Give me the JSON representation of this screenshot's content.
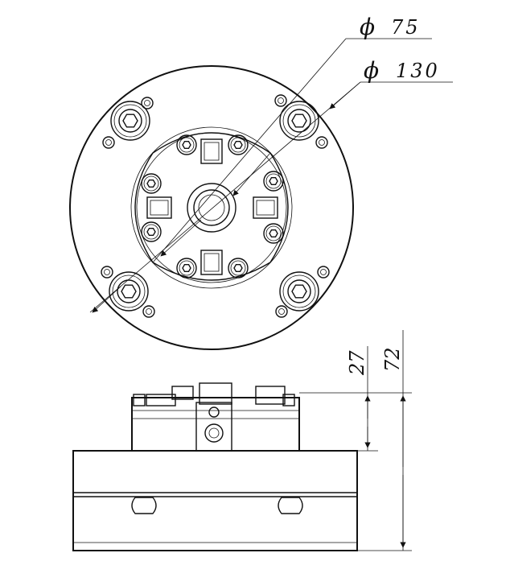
{
  "dimensions": {
    "d75": {
      "symbol": "ϕ",
      "value": "75"
    },
    "d130": {
      "symbol": "ϕ",
      "value": "130"
    },
    "h27": "27",
    "h72": "72"
  },
  "colors": {
    "line": "#111111",
    "background": "#ffffff"
  }
}
